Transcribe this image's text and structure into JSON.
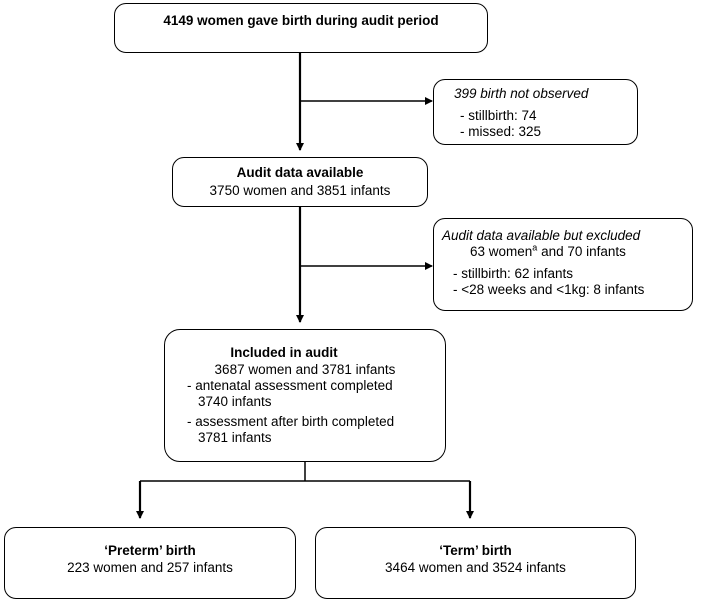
{
  "total": {
    "text": "4149 women gave birth during audit period"
  },
  "not_observed": {
    "title": "399 birth not observed",
    "items": [
      "- stillbirth: 74",
      "- missed: 325"
    ]
  },
  "available": {
    "title": "Audit data available",
    "subtitle": "3750 women and 3851 infants"
  },
  "excluded": {
    "title": "Audit data available but excluded",
    "count_before_sup": "63 women",
    "sup": "a",
    "count_after_sup": " and 70 infants",
    "items": [
      "- stillbirth: 62 infants",
      "- <28 weeks and <1kg: 8 infants"
    ]
  },
  "included": {
    "title": "Included in audit",
    "subtitle": "3687 women and 3781 infants",
    "item1_line1": "- antenatal assessment completed",
    "item1_line2": "3740 infants",
    "item2_line1": "- assessment after birth completed",
    "item2_line2": "3781 infants"
  },
  "preterm": {
    "title": "‘Preterm’ birth",
    "subtitle": "223 women and 257 infants"
  },
  "term": {
    "title": "‘Term’ birth",
    "subtitle": "3464 women and 3524 infants"
  }
}
